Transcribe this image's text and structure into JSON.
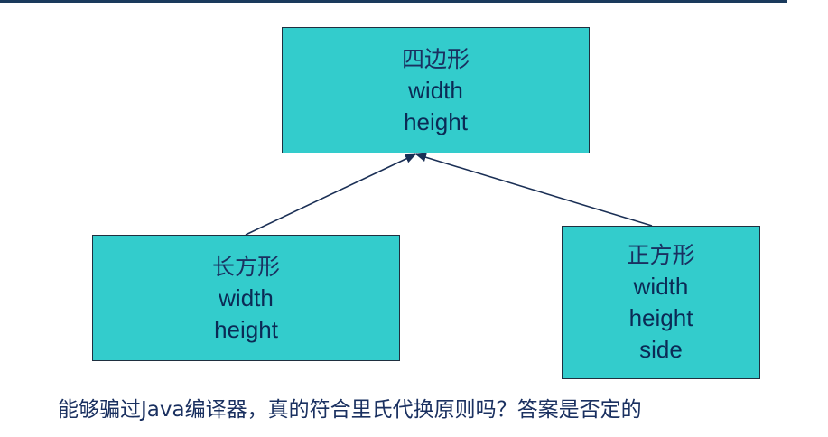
{
  "diagram": {
    "parent": {
      "name": "四边形",
      "fields": [
        "width",
        "height"
      ]
    },
    "children": [
      {
        "name": "长方形",
        "fields": [
          "width",
          "height"
        ]
      },
      {
        "name": "正方形",
        "fields": [
          "width",
          "height",
          "side"
        ]
      }
    ],
    "relations": [
      {
        "from": "长方形",
        "to": "四边形",
        "type": "inheritance"
      },
      {
        "from": "正方形",
        "to": "四边形",
        "type": "inheritance"
      }
    ]
  },
  "caption": "能够骗过Java编译器，真的符合里氏代换原则吗？答案是否定的",
  "colors": {
    "box_fill": "#33cccc",
    "box_border": "#1f2f3f",
    "text": "#0b2a55",
    "rule": "#1a3a5c",
    "arrow": "#1a2f55"
  }
}
